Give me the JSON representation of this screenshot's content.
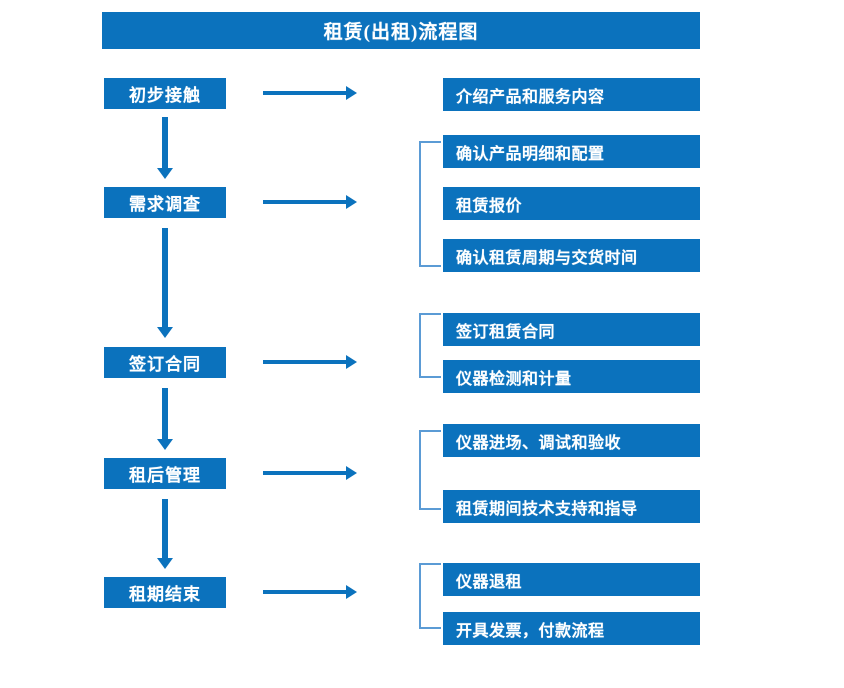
{
  "diagram": {
    "title": "租赁(出租)流程图",
    "colors": {
      "box_blue": "#0b72bd",
      "bracket_blue": "#5b9bd5",
      "text": "#ffffff",
      "background": "#ffffff"
    },
    "stages": [
      {
        "label": "初步接触"
      },
      {
        "label": "需求调查"
      },
      {
        "label": "签订合同"
      },
      {
        "label": "租后管理"
      },
      {
        "label": "租期结束"
      }
    ],
    "details": [
      {
        "label": "介绍产品和服务内容"
      },
      {
        "label": "确认产品明细和配置"
      },
      {
        "label": "租赁报价"
      },
      {
        "label": "确认租赁周期与交货时间"
      },
      {
        "label": "签订租赁合同"
      },
      {
        "label": "仪器检测和计量"
      },
      {
        "label": "仪器进场、调试和验收"
      },
      {
        "label": "租赁期间技术支持和指导"
      },
      {
        "label": "仪器退租"
      },
      {
        "label": "开具发票，付款流程"
      }
    ]
  }
}
